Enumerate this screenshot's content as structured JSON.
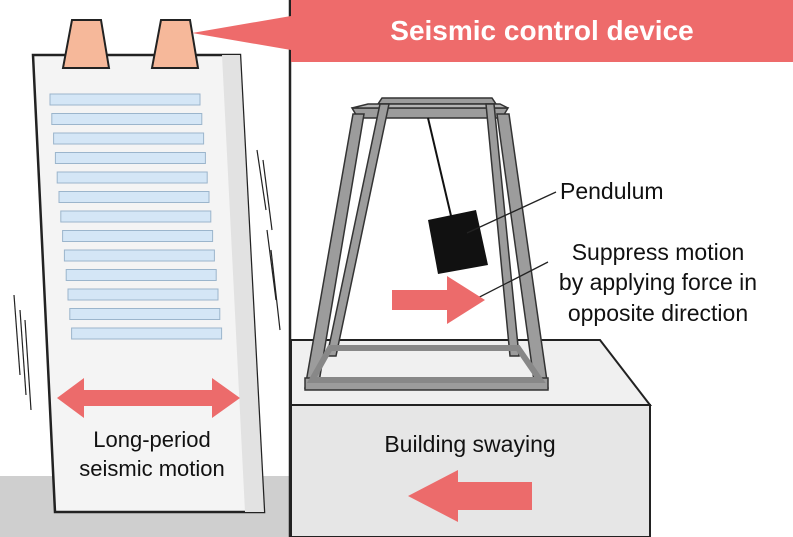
{
  "header": {
    "title": "Seismic control device"
  },
  "left_panel": {
    "motion_label_line1": "Long-period",
    "motion_label_line2": "seismic motion"
  },
  "right_panel": {
    "pendulum_label": "Pendulum",
    "suppress_label_line1": "Suppress motion",
    "suppress_label_line2": "by applying force in",
    "suppress_label_line3": "opposite direction",
    "building_label": "Building swaying"
  },
  "colors": {
    "accent_red": "#ee6b6b",
    "arrow_red": "#ec6b6b",
    "cap_orange": "#f6b89a",
    "window_blue": "#d4e6f6",
    "frame_gray": "#9a9a9a",
    "floor_gray": "#ebebeb"
  }
}
